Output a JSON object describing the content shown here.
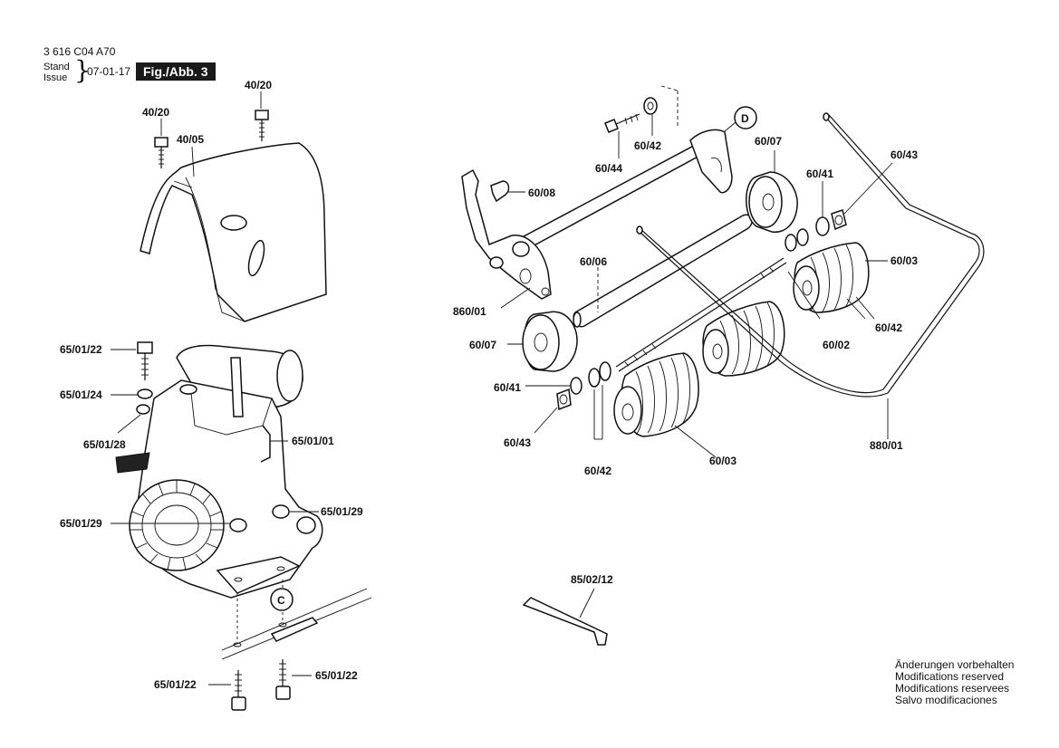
{
  "header": {
    "doc_number": "3 616 C04 A70",
    "stand_label": "Stand",
    "issue_label": "Issue",
    "date": "07-01-17",
    "figure_label": "Fig./Abb. 3"
  },
  "callouts": {
    "c_40_20_a": "40/20",
    "c_40_20_b": "40/20",
    "c_40_05": "40/05",
    "c_65_01_22_a": "65/01/22",
    "c_65_01_24": "65/01/24",
    "c_65_01_28": "65/01/28",
    "c_65_01_01": "65/01/01",
    "c_65_01_29_a": "65/01/29",
    "c_65_01_29_b": "65/01/29",
    "c_C": "C",
    "c_65_01_22_b": "65/01/22",
    "c_65_01_22_c": "65/01/22",
    "c_60_44": "60/44",
    "c_60_42_a": "60/42",
    "c_D": "D",
    "c_60_07_a": "60/07",
    "c_60_41_a": "60/41",
    "c_60_43_a": "60/43",
    "c_60_08": "60/08",
    "c_60_06": "60/06",
    "c_60_03_a": "60/03",
    "c_860_01": "860/01",
    "c_60_07_b": "60/07",
    "c_60_02": "60/02",
    "c_60_42_b": "60/42",
    "c_60_41_b": "60/41",
    "c_60_43_b": "60/43",
    "c_60_42_c": "60/42",
    "c_60_03_b": "60/03",
    "c_880_01": "880/01",
    "c_85_02_12": "85/02/12"
  },
  "notes": [
    "Änderungen vorbehalten",
    "Modifications reserved",
    "Modifications reservees",
    "Salvo modificaciones"
  ]
}
